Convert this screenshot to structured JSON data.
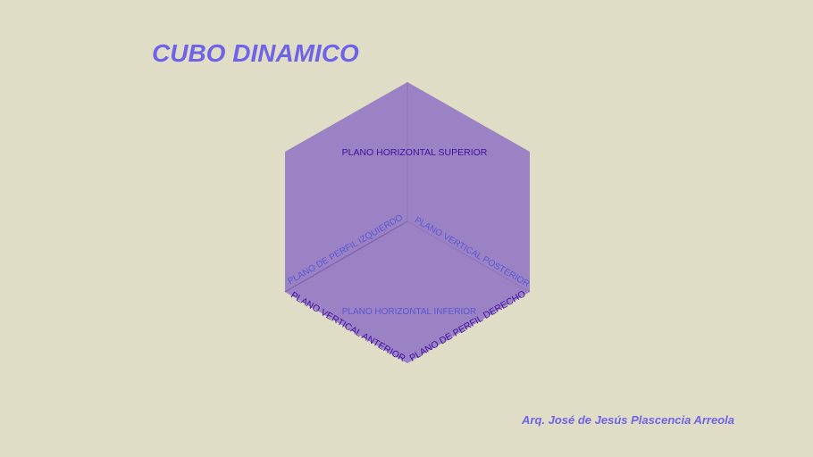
{
  "title": "CUBO DINAMICO",
  "author": "Arq. José de Jesús Plascencia Arreola",
  "colors": {
    "background": "#e0ddc6",
    "accent": "#6e63e8",
    "cube_face": "#9b82c5",
    "edge_dark": "#7a62b0",
    "label_dark": "#3f0e9e",
    "label_light": "#5a55d4"
  },
  "cube": {
    "planes": {
      "horizontal_superior": "PLANO HORIZONTAL SUPERIOR",
      "horizontal_inferior": "PLANO HORIZONTAL INFERIOR",
      "perfil_izquierdo": "PLANO DE PERFIL IZQUIERDO",
      "perfil_derecho": "PLANO DE PERFIL DERECHO",
      "vertical_posterior": "PLANO VERTICAL POSTERIOR",
      "vertical_anterior": "PLANO VERTICAL ANTERIOR"
    }
  }
}
